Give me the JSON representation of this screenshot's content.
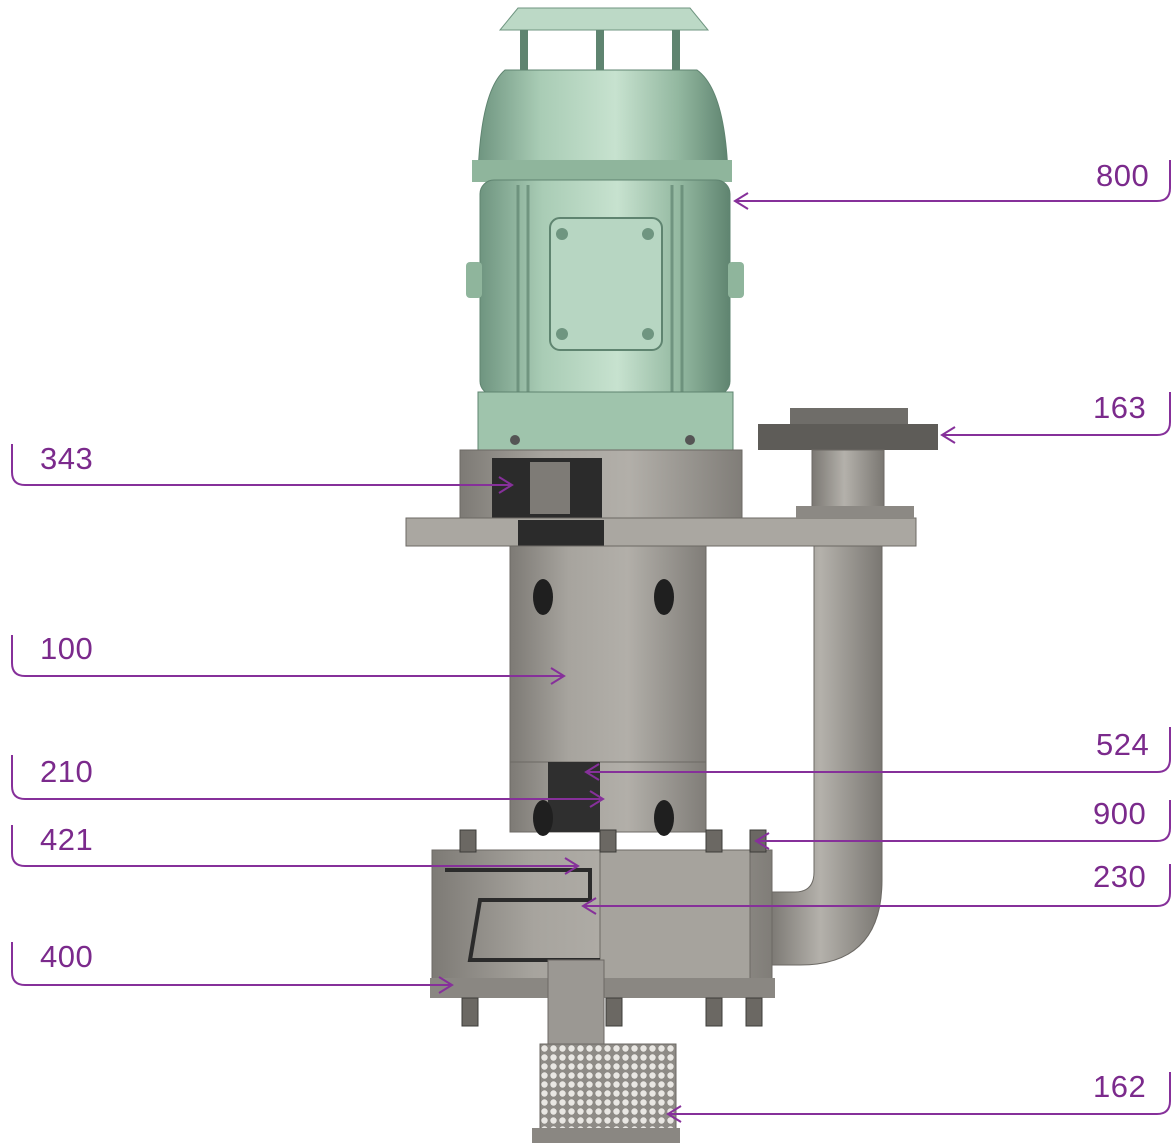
{
  "colors": {
    "leader": "#86309a",
    "motor_green": "#a9ccb5",
    "casing_grey": "#9c9993"
  },
  "labels": {
    "l800": "800",
    "l163": "163",
    "l343": "343",
    "l100": "100",
    "l524": "524",
    "l210": "210",
    "l900": "900",
    "l421": "421",
    "l230": "230",
    "l400": "400",
    "l162": "162"
  }
}
